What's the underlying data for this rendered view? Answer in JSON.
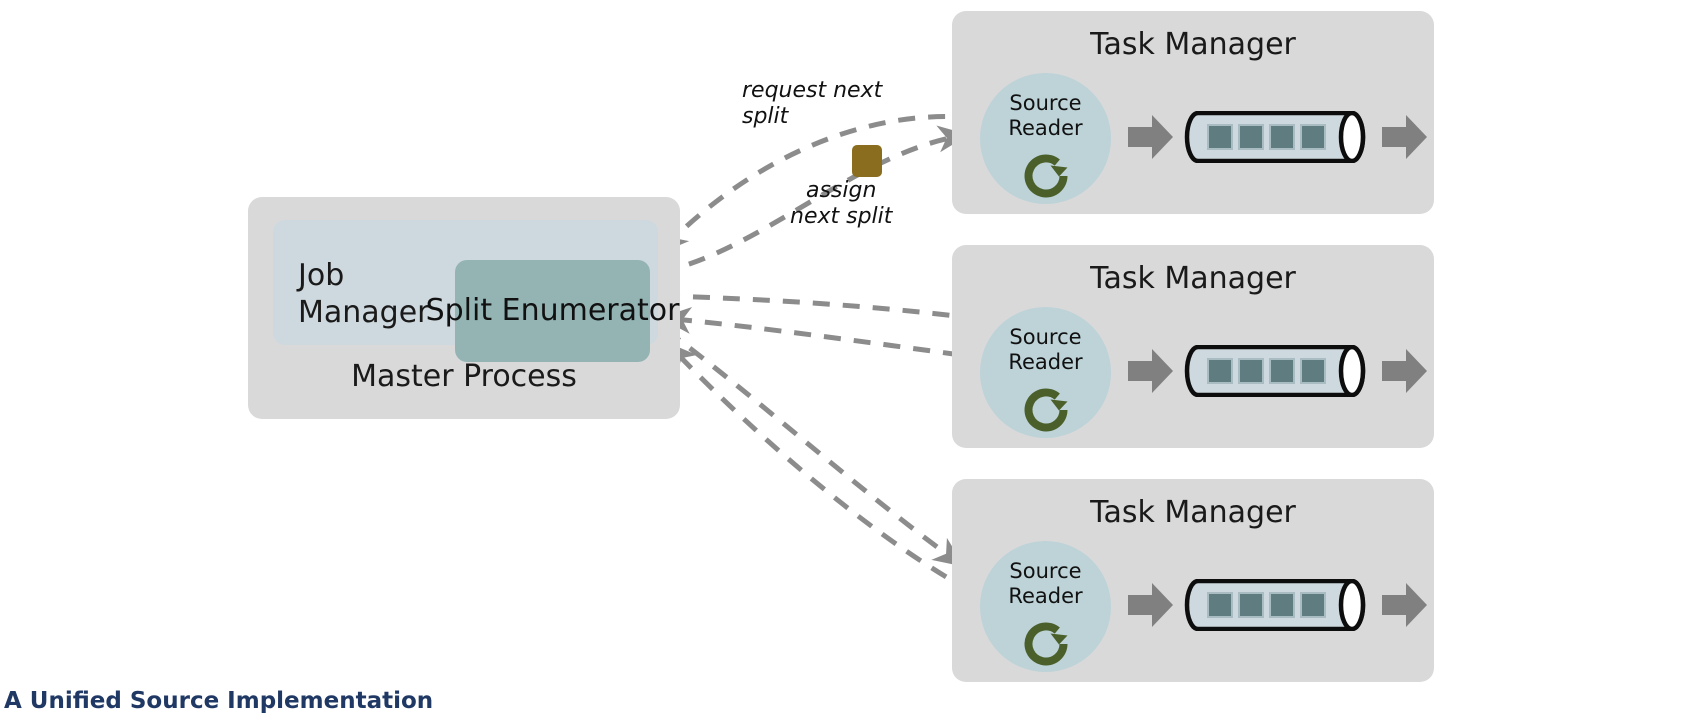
{
  "diagram": {
    "title_caption": "A Unified Source Implementation",
    "master": {
      "process_label": "Master Process",
      "job_manager_label": "Job\nManager",
      "split_enumerator_label": "Split\nEnumerator"
    },
    "task_managers": [
      {
        "title": "Task Manager",
        "source_reader_label": "Source\nReader",
        "refresh_icon": "refresh-cycle-icon",
        "inbound_arrow_icon": "block-arrow-right-icon",
        "outbound_arrow_icon": "block-arrow-right-icon",
        "queue_icon": "record-queue-pipe-icon",
        "queue_record_count": 4
      },
      {
        "title": "Task Manager",
        "source_reader_label": "Source\nReader",
        "refresh_icon": "refresh-cycle-icon",
        "inbound_arrow_icon": "block-arrow-right-icon",
        "outbound_arrow_icon": "block-arrow-right-icon",
        "queue_icon": "record-queue-pipe-icon",
        "queue_record_count": 4
      },
      {
        "title": "Task Manager",
        "source_reader_label": "Source\nReader",
        "refresh_icon": "refresh-cycle-icon",
        "inbound_arrow_icon": "block-arrow-right-icon",
        "outbound_arrow_icon": "block-arrow-right-icon",
        "queue_icon": "record-queue-pipe-icon",
        "queue_record_count": 4
      }
    ],
    "edges": {
      "request_label": "request next\nsplit",
      "assign_label": "assign\nnext split",
      "split_chip_icon": "split-token-icon"
    },
    "colors": {
      "panel_gray": "#d9d9d9",
      "job_manager_blue": "#ced9df",
      "split_enumerator_teal": "#94b4b4",
      "source_reader_blue": "#bdd3d8",
      "refresh_green": "#4a5f2a",
      "arrow_gray": "#808080",
      "connector_gray": "#8c8c8c",
      "record_teal": "#5f7c80",
      "pipe_fill": "#ced9df",
      "split_chip_olive": "#8a6d1e",
      "text_dark": "#1a1a1a",
      "caption_navy": "#1f3864"
    }
  }
}
